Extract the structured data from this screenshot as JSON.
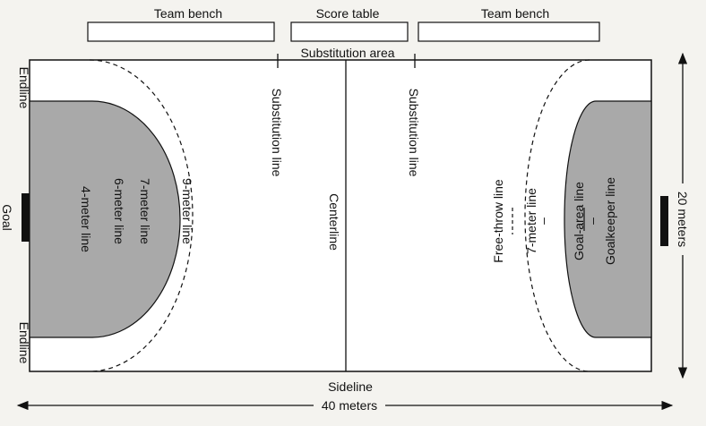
{
  "top": {
    "team_bench_left": "Team bench",
    "score_table": "Score table",
    "team_bench_right": "Team bench",
    "substitution_area": "Substitution area"
  },
  "court": {
    "endline_top": "Endline",
    "endline_bottom": "Endline",
    "goal": "Goal",
    "four_meter_line": "4-meter line",
    "six_meter_line": "6-meter line",
    "seven_meter_line_left": "7-meter line",
    "nine_meter_line": "9-meter line",
    "substitution_line_left": "Substitution line",
    "centerline": "Centerline",
    "substitution_line_right": "Substitution line",
    "free_throw_line": "Free-throw line",
    "seven_meter_line_right": "7-meter line",
    "dash_right_1": "–",
    "goal_area_line": "Goal-area line",
    "dash_right_2": "–",
    "goalkeeper_line": "Goalkeeper line",
    "sideline": "Sideline"
  },
  "dimensions": {
    "width_label": "20 meters",
    "length_label": "40 meters"
  },
  "colors": {
    "goal_area_fill": "#a9a9a9",
    "line": "#111111",
    "court_fill": "#ffffff"
  }
}
